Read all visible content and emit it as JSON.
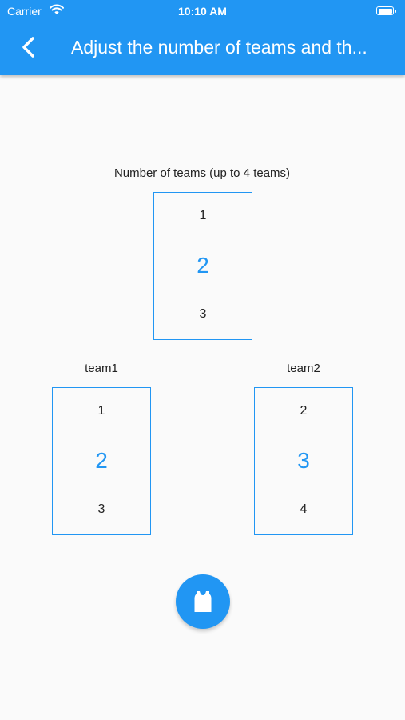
{
  "status_bar": {
    "carrier": "Carrier",
    "time": "10:10 AM"
  },
  "app_bar": {
    "title": "Adjust the number of teams and th..."
  },
  "team_count": {
    "label": "Number of teams (up to 4 teams)",
    "values": [
      "1",
      "2",
      "3"
    ],
    "selected": "2"
  },
  "teams": [
    {
      "label": "team1",
      "values": [
        "1",
        "2",
        "3"
      ],
      "selected": "2"
    },
    {
      "label": "team2",
      "values": [
        "2",
        "3",
        "4"
      ],
      "selected": "3"
    }
  ],
  "colors": {
    "primary": "#2196f3",
    "background": "#fafafa"
  },
  "icons": {
    "fab": "jersey-icon",
    "back": "chevron-left-icon"
  }
}
